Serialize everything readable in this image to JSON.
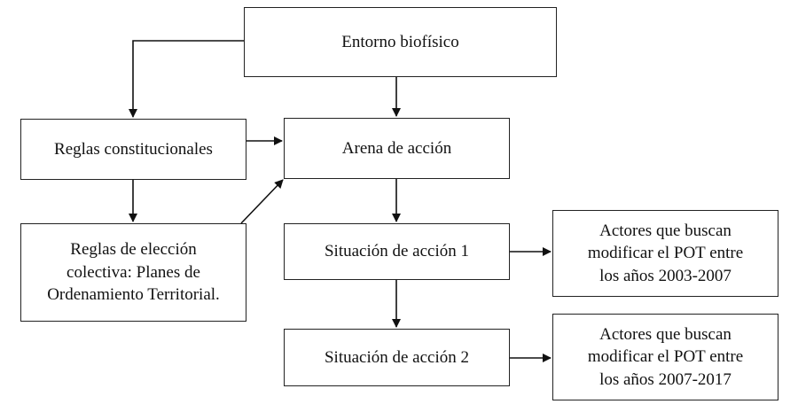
{
  "diagram": {
    "nodes": {
      "entorno": "Entorno biofísico",
      "reglas_constitucionales": "Reglas constitucionales",
      "arena": "Arena de acción",
      "reglas_eleccion": "Reglas de elección\ncolectiva: Planes de\nOrdenamiento Territorial.",
      "situacion1": "Situación de acción 1",
      "situacion2": "Situación de acción 2",
      "actores1": "Actores que buscan\nmodificar el POT entre\nlos años 2003-2007",
      "actores2": "Actores que buscan\nmodificar el POT entre\nlos años 2007-2017"
    },
    "edges": [
      {
        "from": "entorno",
        "to": "reglas_constitucionales"
      },
      {
        "from": "entorno",
        "to": "arena"
      },
      {
        "from": "reglas_constitucionales",
        "to": "arena"
      },
      {
        "from": "reglas_constitucionales",
        "to": "reglas_eleccion"
      },
      {
        "from": "reglas_eleccion",
        "to": "arena"
      },
      {
        "from": "arena",
        "to": "situacion1"
      },
      {
        "from": "situacion1",
        "to": "situacion2"
      },
      {
        "from": "situacion1",
        "to": "actores1"
      },
      {
        "from": "situacion2",
        "to": "actores2"
      }
    ]
  }
}
